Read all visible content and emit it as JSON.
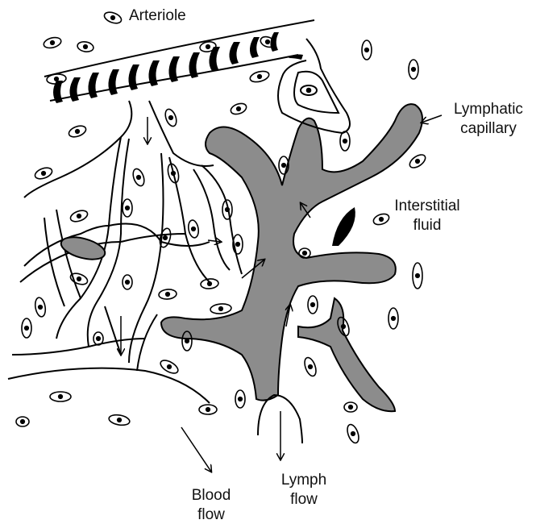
{
  "labels": {
    "arteriole": "Arteriole",
    "lymphatic_capillary_line1": "Lymphatic",
    "lymphatic_capillary_line2": "capillary",
    "interstitial_fluid_line1": "Interstitial",
    "interstitial_fluid_line2": "fluid",
    "blood_flow_line1": "Blood",
    "blood_flow_line2": "flow",
    "lymph_flow_line1": "Lymph",
    "lymph_flow_line2": "flow"
  },
  "colors": {
    "lymphatic_fill": "#8c8c8c",
    "outline": "#000000",
    "background": "#ffffff"
  }
}
